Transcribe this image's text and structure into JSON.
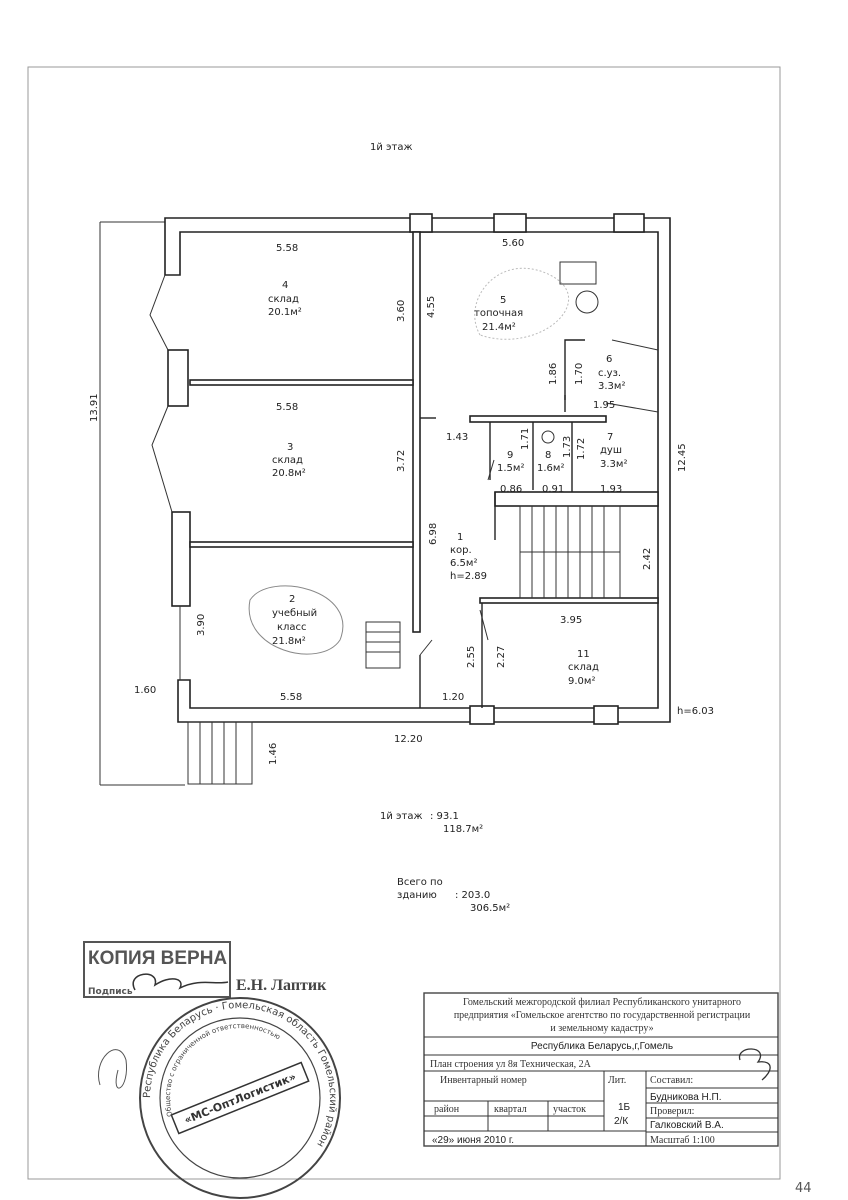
{
  "plan": {
    "floor_title": "1й этаж",
    "rooms": [
      {
        "num": "1",
        "name": "кор.",
        "area": "6.5м²",
        "height": "h=2.89"
      },
      {
        "num": "2",
        "name": "учебный",
        "name2": "класс",
        "area": "21.8м²"
      },
      {
        "num": "3",
        "name": "склад",
        "area": "20.8м²"
      },
      {
        "num": "4",
        "name": "склад",
        "area": "20.1м²"
      },
      {
        "num": "5",
        "name": "топочная",
        "area": "21.4м²"
      },
      {
        "num": "6",
        "name": "с.уз.",
        "area": "3.3м²"
      },
      {
        "num": "7",
        "name": "душ",
        "area": "3.3м²"
      },
      {
        "num": "8",
        "area": "1.6м²"
      },
      {
        "num": "9",
        "area": "1.5м²"
      },
      {
        "num": "11",
        "name": "склад",
        "area": "9.0м²"
      }
    ],
    "dims": [
      "5.58",
      "5.58",
      "5.58",
      "5.60",
      "3.60",
      "4.55",
      "3.72",
      "6.98",
      "3.90",
      "1.60",
      "1.46",
      "12.20",
      "1.20",
      "13.91",
      "12.45",
      "1.86",
      "1.70",
      "1.95",
      "1.43",
      "1.71",
      "1.73",
      "1.72",
      "0.86",
      "0.91",
      "1.93",
      "2.42",
      "3.95",
      "2.55",
      "2.27",
      "h=6.03"
    ]
  },
  "summary": {
    "floor_label": "1й этаж",
    "floor_value1": ": 93.1",
    "floor_value2": "118.7м²",
    "total_label1": "Всего по",
    "total_label2": "зданию",
    "total_value1": ": 203.0",
    "total_value2": "306.5м²"
  },
  "certification": {
    "stamp_text": "КОПИЯ ВЕРНА",
    "sign_label": "Подпись",
    "signer": "Е.Н. Лаптик"
  },
  "round_seal": {
    "outer": "Республика Беларусь · Гомельская область Гомельский район",
    "inner": "Общество с ограниченной ответственностью",
    "center": "«МС-ОптЛогистик»"
  },
  "title_block": {
    "org_line1": "Гомельский межгородской филиал Республиканского унитарного",
    "org_line2": "предприятия «Гомельское агентство по государственной регистрации",
    "org_line3": "и земельному кадастру»",
    "location": "Республика Беларусь,г,Гомель",
    "plan_of": "План строения   ул 8я  Техническая, 2А",
    "inventory": "Инвентарный номер",
    "sheet": "Лит.",
    "sheet_val1": "1Б",
    "sheet_val2": "2/К",
    "district": "район",
    "quarter": "квартал",
    "plot": "участок",
    "date": "«29» июня 2010 г.",
    "compiled": "Составил:",
    "compiler": "Будникова Н.П.",
    "checked": "Проверил:",
    "checker": "Галковский В.А.",
    "scale": "Масштаб  1:100"
  },
  "page_number": "44"
}
